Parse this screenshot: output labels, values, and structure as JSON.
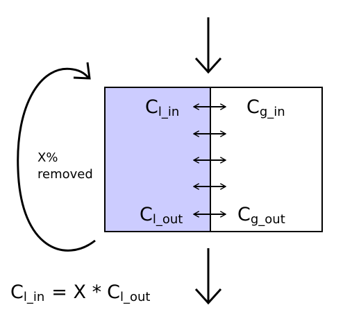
{
  "diagram": {
    "colors": {
      "liquid_fill": "#ccccff",
      "stroke": "#000000",
      "background": "#ffffff"
    },
    "labels": {
      "liquid_in": {
        "main": "C",
        "sub": "l_in"
      },
      "gas_in": {
        "main": "C",
        "sub": "g_in"
      },
      "liquid_out": {
        "main": "C",
        "sub": "l_out"
      },
      "gas_out": {
        "main": "C",
        "sub": "g_out"
      },
      "removed_line1": "X%",
      "removed_line2": "removed"
    },
    "equation": {
      "lhs_main": "C",
      "lhs_sub": "l_in",
      "op": "= X *",
      "rhs_main": "C",
      "rhs_sub": "l_out"
    }
  }
}
